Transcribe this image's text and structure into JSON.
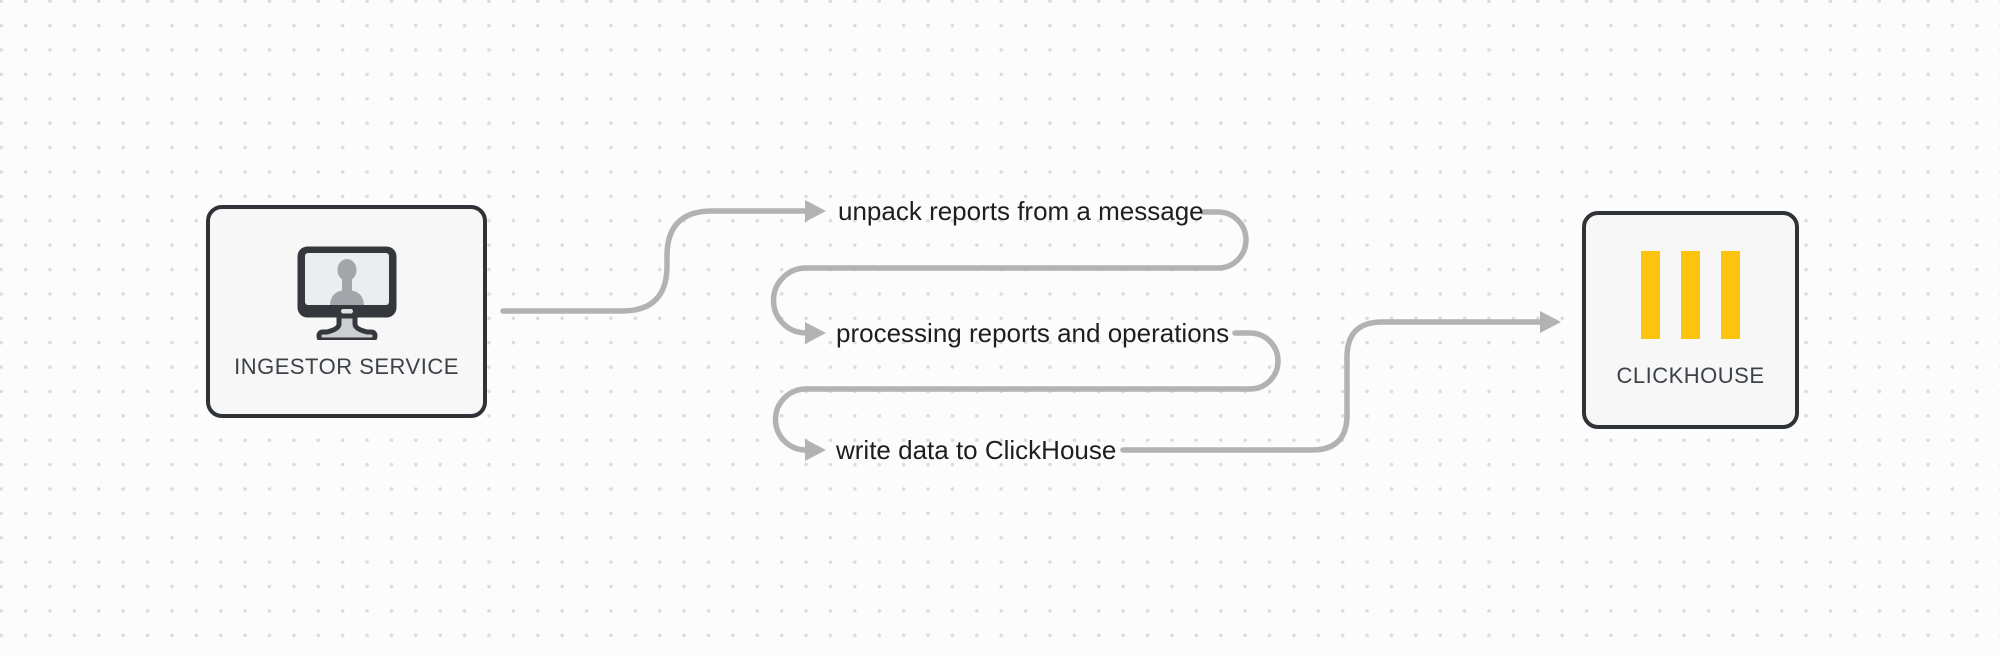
{
  "diagram": {
    "title": "ingestor-to-clickhouse-flow",
    "nodes": {
      "ingestor": {
        "label": "INGESTOR SERVICE",
        "icon": "monitor-user-icon"
      },
      "clickhouse": {
        "label": "CLICKHOUSE",
        "icon": "clickhouse-bars-icon"
      }
    },
    "steps": [
      {
        "label": "unpack reports from a message"
      },
      {
        "label": "processing reports and operations"
      },
      {
        "label": "write data to ClickHouse"
      }
    ],
    "colors": {
      "background": "#fcfcfc",
      "grid_dot": "#dcdcdc",
      "connector": "#b2b2b2",
      "box_border": "#2f3337",
      "box_fill": "#f6f7f6",
      "node_label": "#3d4248",
      "step_text": "#1d1e20",
      "clickhouse_yellow": "#fdc40e",
      "monitor_frame": "#34383c",
      "monitor_screen": "#ebedee",
      "monitor_person": "#a2a6aa"
    }
  }
}
